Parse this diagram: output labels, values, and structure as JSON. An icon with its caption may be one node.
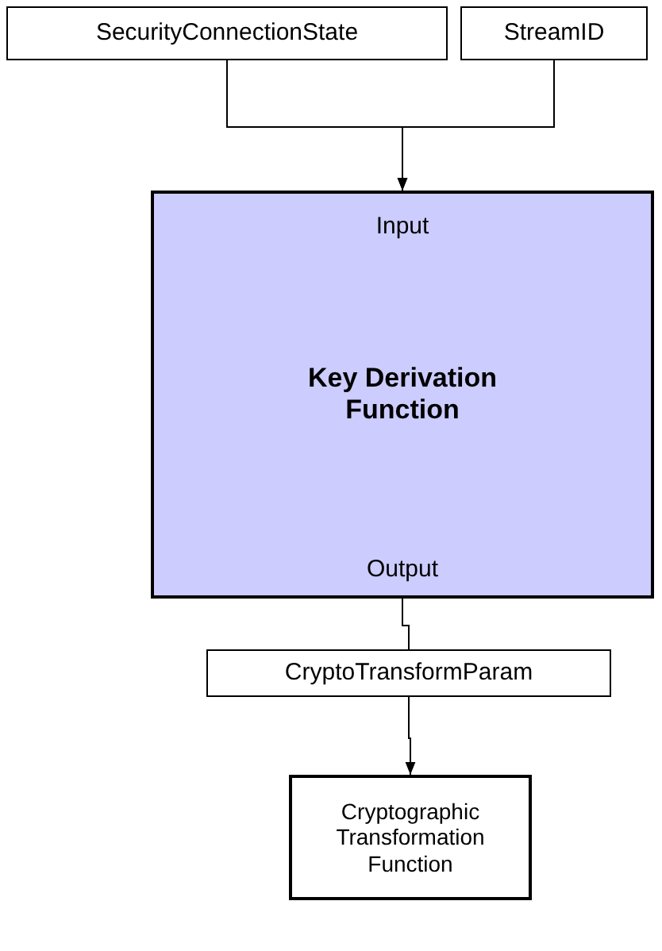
{
  "diagram": {
    "nodes": [
      {
        "text": [
          "SecurityConnectionState"
        ]
      },
      {
        "text": [
          "StreamID"
        ]
      },
      {
        "text": [
          "Input",
          "Key Derivation Function",
          "Output"
        ]
      },
      {
        "text": [
          "CryptoTransformParam"
        ]
      },
      {
        "text": [
          "Cryptographic Transformation Function"
        ]
      }
    ],
    "edges": [
      {
        "from": 0,
        "to": 2,
        "arrow": "to"
      },
      {
        "from": 1,
        "to": 2,
        "arrow": "to"
      },
      {
        "from": 2,
        "to": 3,
        "arrow": "none"
      },
      {
        "from": 3,
        "to": 4,
        "arrow": "to"
      }
    ]
  }
}
